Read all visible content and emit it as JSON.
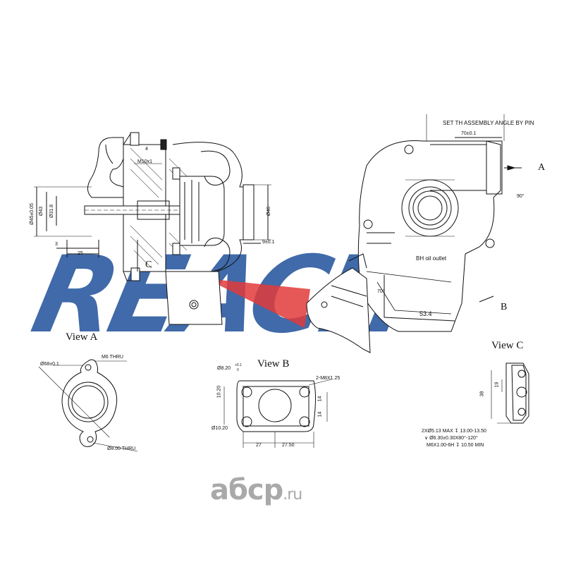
{
  "notes": {
    "pin": "SET TH ASSEMBLY ANGLE BY PIN",
    "oil_outlet": "BH oil outlet"
  },
  "arrows": {
    "a": "A",
    "b": "B",
    "c": "C"
  },
  "views": {
    "a": "View A",
    "b": "View B",
    "c": "View C"
  },
  "dims": {
    "d45": "Ø45±0.05",
    "d43": "Ø43",
    "d31": "Ø31.8",
    "d46": "Ø46",
    "three": "3",
    "twentyfive": "25",
    "nine": "9±0.1",
    "four": "4",
    "m10": "M10x1",
    "seventy": "70±0.1",
    "ninety": "90°",
    "seventy2": "70°",
    "fiftythree": "53.4",
    "va_d68": "Ø68±0.1",
    "va_m6": "M6 THRU",
    "va_d8": "Ø8.00 THRU",
    "vb_d820": "Ø8.20",
    "vb_tol1": "+0.1",
    "vb_tol2": "0",
    "vb_m8": "2-M8X1.25",
    "vb_1020": "10.20",
    "vb_d1020": "Ø10.20",
    "vb_14a": "14",
    "vb_14b": "14",
    "vb_27": "27",
    "vb_2750": "27.50",
    "vc_38": "38",
    "vc_19": "19",
    "vc_note1": "2XØ5.13 MAX ↧ 13.00-13.50",
    "vc_note2": "∨ Ø6.30±0.30X80°-120°",
    "vc_note3": "M6X1.00-6H ↧ 10.50 MIN"
  },
  "watermark": {
    "text": "REACH",
    "color": "#2c5aa0"
  },
  "logo": {
    "main": "абср",
    "domain": ".ru",
    "color": "#a9a9a9"
  },
  "colors": {
    "line": "#111111",
    "accent": "#e23a3a"
  }
}
